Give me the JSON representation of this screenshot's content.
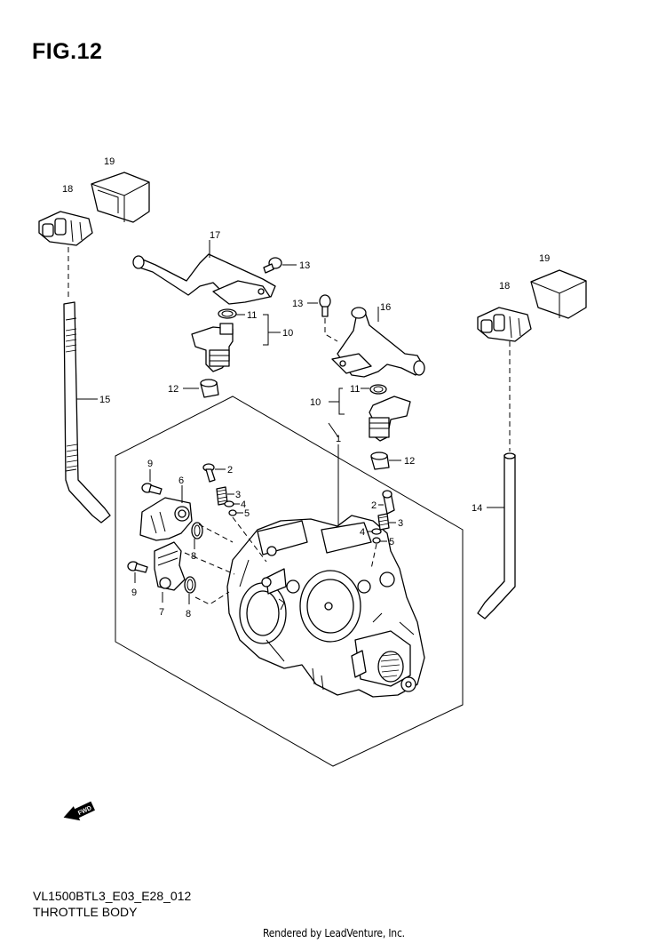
{
  "figure": {
    "title": "FIG.12"
  },
  "footer": {
    "diagram_code": "VL1500BTL3_E03_E28_012",
    "diagram_name": "THROTTLE BODY",
    "rendered_by": "Rendered by LeadVenture, Inc."
  },
  "fwd_badge": "FWD",
  "callouts": {
    "c1": "1",
    "c2a": "2",
    "c2b": "2",
    "c3a": "3",
    "c3b": "3",
    "c4a": "4",
    "c4b": "4",
    "c5a": "5",
    "c5b": "5",
    "c6": "6",
    "c7": "7",
    "c8a": "8",
    "c8b": "8",
    "c9a": "9",
    "c9b": "9",
    "c10a": "10",
    "c10b": "10",
    "c11a": "11",
    "c11b": "11",
    "c12a": "12",
    "c12b": "12",
    "c13a": "13",
    "c13b": "13",
    "c14": "14",
    "c15": "15",
    "c16": "16",
    "c17": "17",
    "c18a": "18",
    "c18b": "18",
    "c19a": "19",
    "c19b": "19"
  }
}
